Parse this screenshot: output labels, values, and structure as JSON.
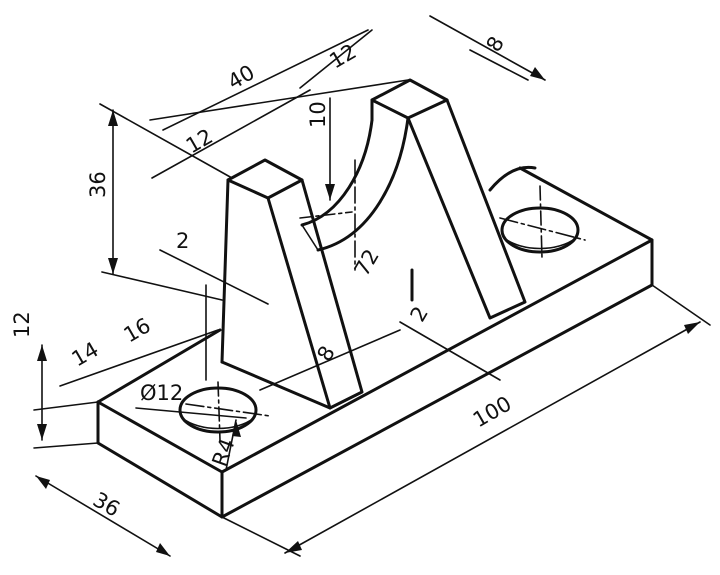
{
  "drawing": {
    "dims": {
      "d40": "40",
      "d12_top_left": "12",
      "d12_top_right": "12",
      "d8_top": "8",
      "d10": "10",
      "d36_height": "36",
      "d2_left": "2",
      "d72": "72",
      "d12_base": "12",
      "d14": "14",
      "d16": "16",
      "d8_rib": "8",
      "d2_right": "2",
      "d_hole": "Ø12",
      "d100": "100",
      "d_r4": "R4",
      "d36_depth": "36"
    }
  }
}
